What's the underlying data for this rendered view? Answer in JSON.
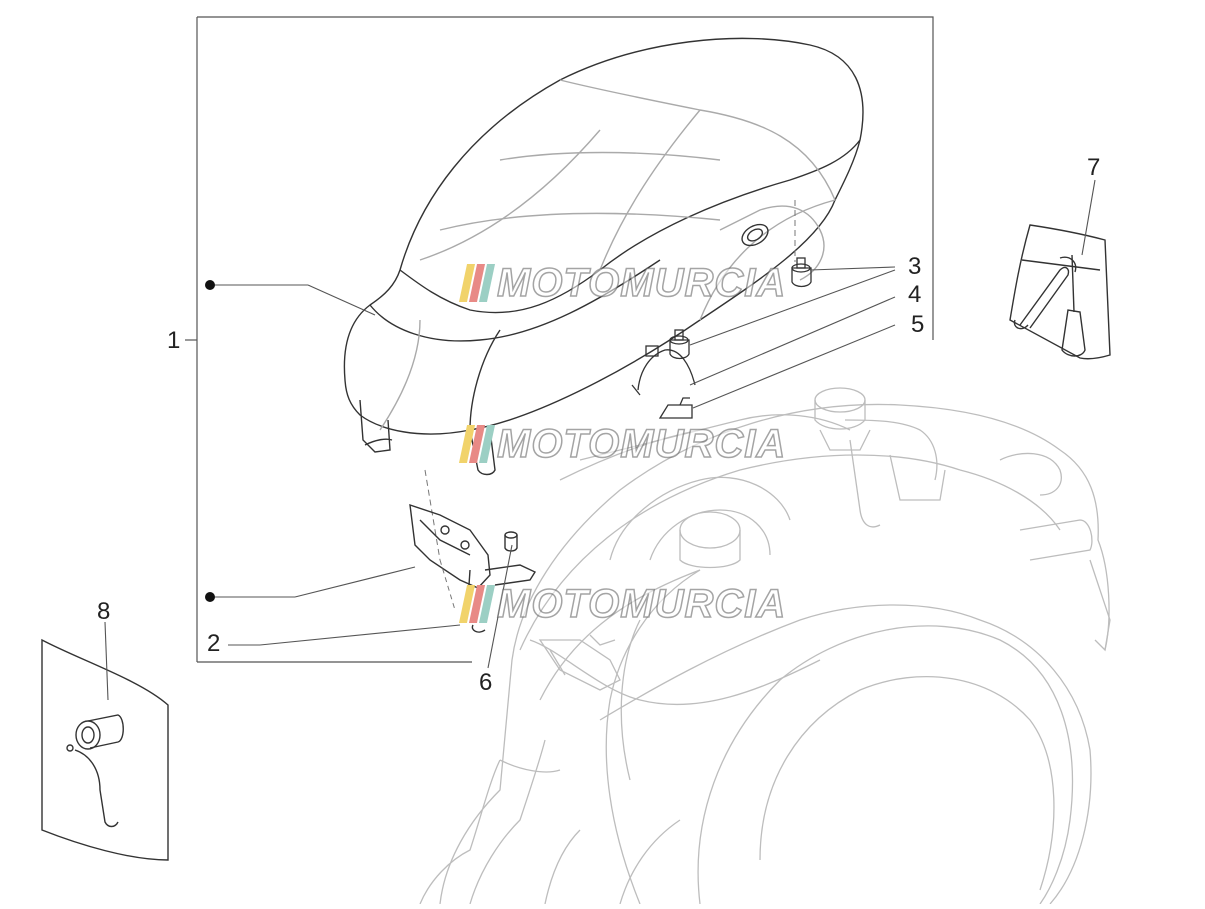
{
  "callouts": [
    {
      "id": "1",
      "label": "1"
    },
    {
      "id": "2",
      "label": "2"
    },
    {
      "id": "3",
      "label": "3"
    },
    {
      "id": "4",
      "label": "4"
    },
    {
      "id": "5",
      "label": "5"
    },
    {
      "id": "6",
      "label": "6"
    },
    {
      "id": "7",
      "label": "7"
    },
    {
      "id": "8",
      "label": "8"
    }
  ],
  "watermark": {
    "text": "MOTOMURCIA",
    "flag_colors": [
      "#f1d36b",
      "#e88a86",
      "#9ccfc4"
    ]
  },
  "colors": {
    "line": "#555555",
    "light_line": "#b9b9b9",
    "dark_line": "#333333"
  }
}
